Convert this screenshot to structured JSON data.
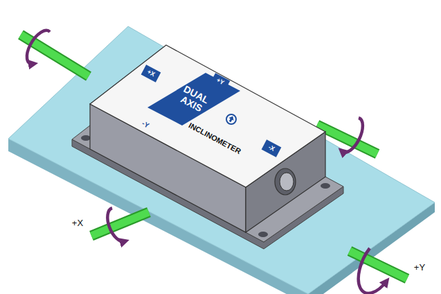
{
  "diagram": {
    "labels": [
      "+X",
      "+Y",
      "-Y",
      "DUAL AXIS",
      "INCLINOMETER",
      "-X",
      "+X",
      "+Y"
    ]
  }
}
